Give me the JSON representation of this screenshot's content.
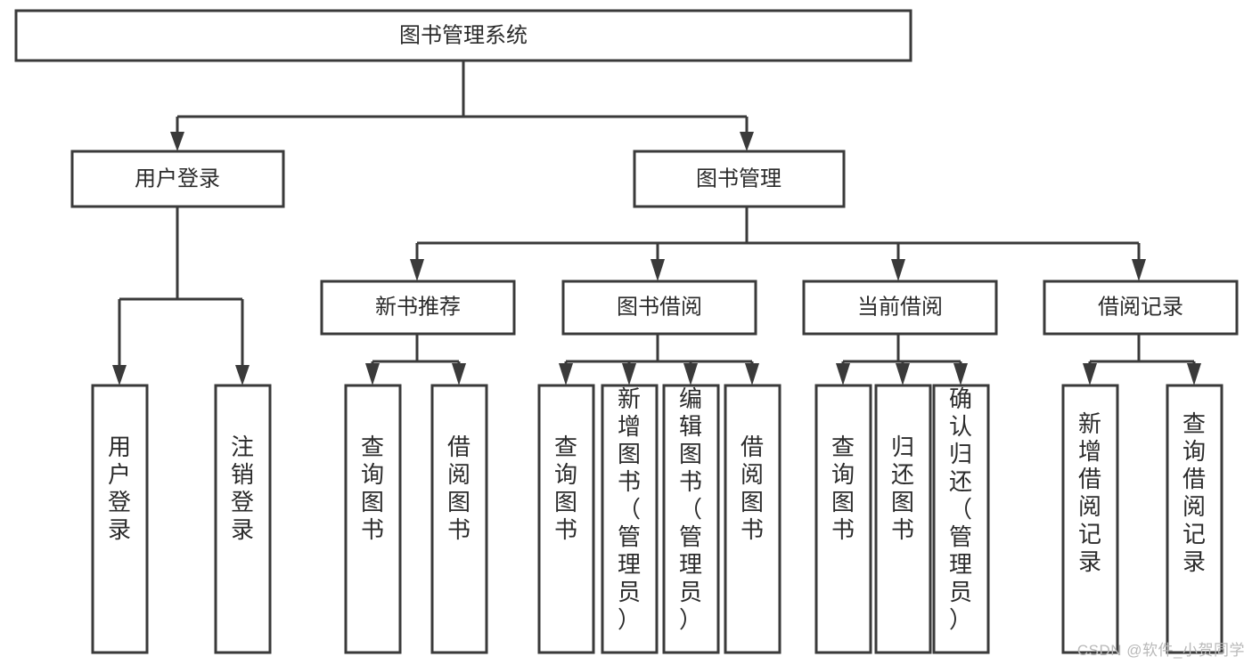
{
  "diagram": {
    "type": "tree-hierarchy",
    "title": "图书管理系统",
    "watermark": "CSDN @软件_小贺同学",
    "colors": {
      "stroke": "#3a3a3a",
      "box_fill": "#ffffff",
      "text": "#2b2b2b",
      "background": "#ffffff",
      "watermark": "#b9b9b9"
    },
    "nodes": {
      "root": {
        "label": "图书管理系统"
      },
      "level2": [
        {
          "label": "用户登录"
        },
        {
          "label": "图书管理"
        }
      ],
      "level3": [
        {
          "label": "新书推荐"
        },
        {
          "label": "图书借阅"
        },
        {
          "label": "当前借阅"
        },
        {
          "label": "借阅记录"
        }
      ],
      "leaves_user_login": [
        {
          "label": "用户登录"
        },
        {
          "label": "注销登录"
        }
      ],
      "leaves_new_book": [
        {
          "label": "查询图书"
        },
        {
          "label": "借阅图书"
        }
      ],
      "leaves_borrow": [
        {
          "label": "查询图书"
        },
        {
          "label": "新增图书（管理员）"
        },
        {
          "label": "编辑图书（管理员）"
        },
        {
          "label": "借阅图书"
        }
      ],
      "leaves_current": [
        {
          "label": "查询图书"
        },
        {
          "label": "归还图书"
        },
        {
          "label": "确认归还（管理员）"
        }
      ],
      "leaves_record": [
        {
          "label": "新增借阅记录"
        },
        {
          "label": "查询借阅记录"
        }
      ]
    }
  }
}
